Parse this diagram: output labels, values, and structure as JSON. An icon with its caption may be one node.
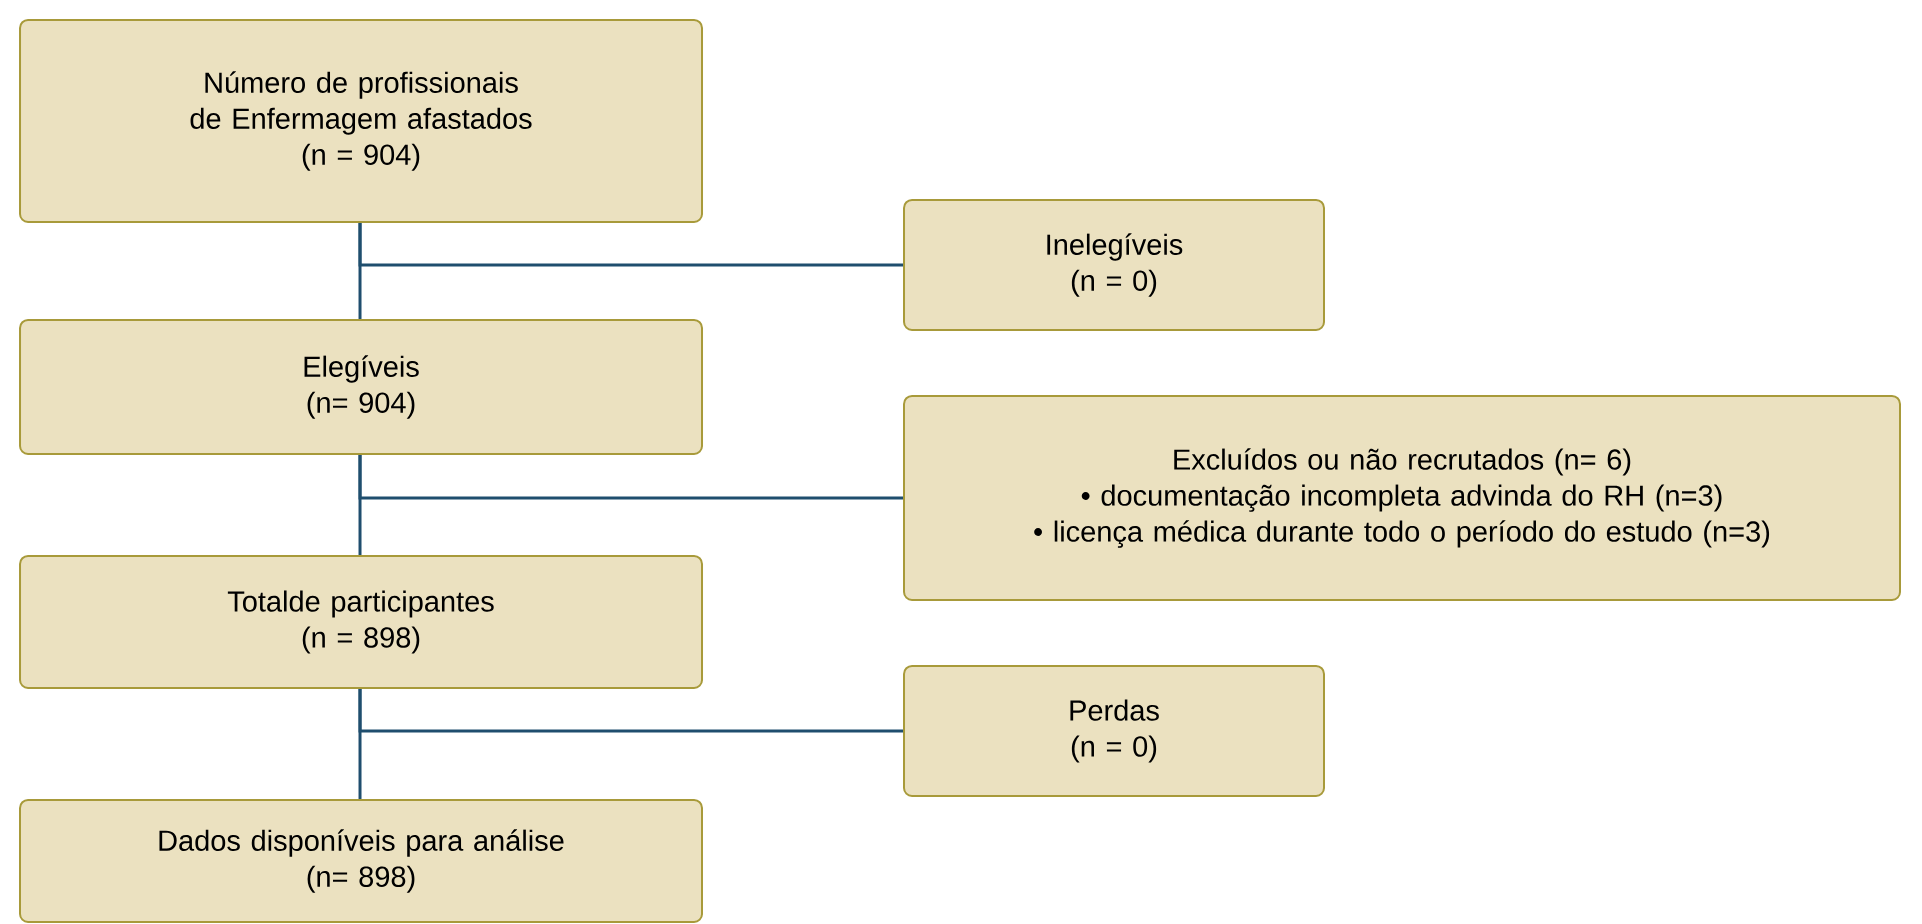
{
  "diagram": {
    "nodes": [
      {
        "text": [
          "Número de profissionais de Enfermagem afastados",
          "(n = 904)"
        ]
      },
      {
        "text": [
          "Inelegíveis",
          "(n = 0)"
        ]
      },
      {
        "text": [
          "Elegíveis",
          "(n= 904)"
        ]
      },
      {
        "text": [
          "Excluídos ou não recrutados (n= 6)",
          "• documentação incompleta advinda do RH (n=3)",
          "• licença médica durante todo o período do estudo (n=3)"
        ]
      },
      {
        "text": [
          "Totalde participantes",
          "(n = 898)"
        ]
      },
      {
        "text": [
          "Perdas",
          "(n = 0)"
        ]
      },
      {
        "text": [
          "Dados disponíveis para análise",
          "(n= 898)"
        ]
      }
    ],
    "edges": [
      {
        "from": 0,
        "to": 2,
        "arrow": "none"
      },
      {
        "from": 0,
        "to": 1,
        "arrow": "none"
      },
      {
        "from": 2,
        "to": 4,
        "arrow": "none"
      },
      {
        "from": 2,
        "to": 3,
        "arrow": "none"
      },
      {
        "from": 4,
        "to": 6,
        "arrow": "none"
      },
      {
        "from": 4,
        "to": 5,
        "arrow": "none"
      }
    ]
  }
}
